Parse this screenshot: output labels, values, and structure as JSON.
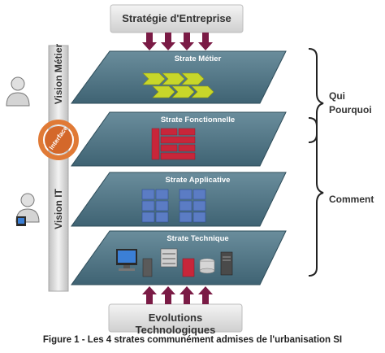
{
  "top_box": "Stratégie d'Entreprise",
  "bottom_box": "Evolutions Technologiques",
  "strata": [
    {
      "label": "Strate Métier"
    },
    {
      "label": "Strate Fonctionnelle"
    },
    {
      "label": "Strate Applicative"
    },
    {
      "label": "Strate Technique"
    }
  ],
  "vision": {
    "metier": "Vision Métier",
    "it": "Vision IT",
    "interface": "Interface"
  },
  "right_labels": {
    "qui": "Qui",
    "pourquoi": "Pourquoi",
    "comment": "Comment"
  },
  "caption": "Figure 1 - Les 4 strates communément admises de l'urbanisation SI",
  "colors": {
    "plane": "#4a6f80",
    "arrow": "#7a1b45",
    "chevron": "#c8d62a",
    "red_block": "#c8263a",
    "blue_block": "#5b7cc4",
    "interface": "#e07a36"
  }
}
